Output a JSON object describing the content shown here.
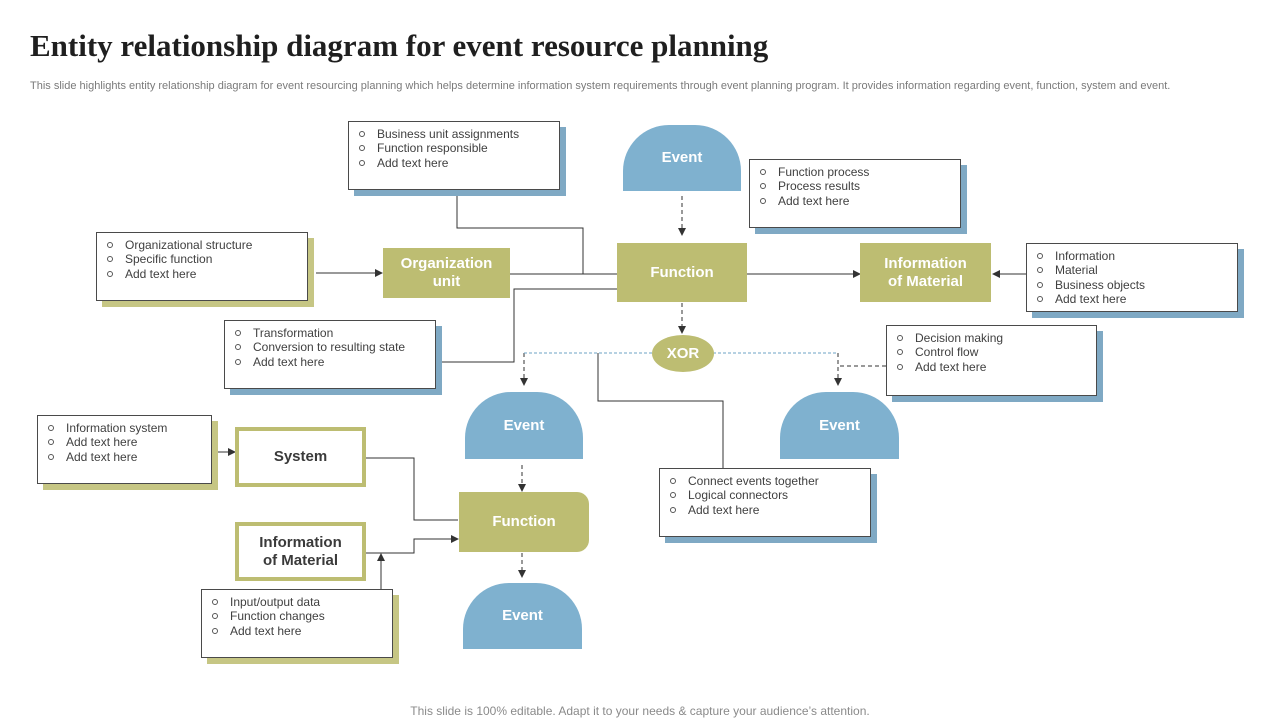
{
  "slide": {
    "title": "Entity relationship diagram for event resource planning",
    "subtitle": "This slide highlights entity relationship diagram for event resourcing planning which helps determine information system requirements through event planning program. It provides information regarding event, function, system and event.",
    "footer": "This slide is 100% editable. Adapt it to your needs & capture your audience’s attention."
  },
  "colors": {
    "olive": "#bdbd72",
    "blue": "#7fb1cf",
    "blue_shadow": "#7fa9c4",
    "olive_shadow": "#c6c684"
  },
  "nodes": {
    "event_top": "Event",
    "org_unit": "Organization unit",
    "function_main": "Function",
    "info_material_right": "Information of Material",
    "xor": "XOR",
    "event_mid_left": "Event",
    "event_mid_right": "Event",
    "system": "System",
    "function_lower": "Function",
    "info_material_left": "Information of Material",
    "event_bottom": "Event"
  },
  "notes": {
    "business_unit": [
      "Business unit assignments",
      "Function responsible",
      "Add text here"
    ],
    "function_process": [
      "Function process",
      "Process results",
      "Add text here"
    ],
    "org_structure": [
      "Organizational structure",
      "Specific function",
      "Add text here"
    ],
    "information": [
      "Information",
      "Material",
      "Business objects",
      "Add text here"
    ],
    "transformation": [
      "Transformation",
      "Conversion to resulting state",
      "Add text here"
    ],
    "decision": [
      "Decision making",
      "Control flow",
      "Add text here"
    ],
    "info_system": [
      "Information system",
      "Add text here",
      "Add text here"
    ],
    "connect_events": [
      "Connect events together",
      "Logical connectors",
      "Add text here"
    ],
    "io_data": [
      "Input/output data",
      "Function changes",
      "Add text here"
    ]
  }
}
